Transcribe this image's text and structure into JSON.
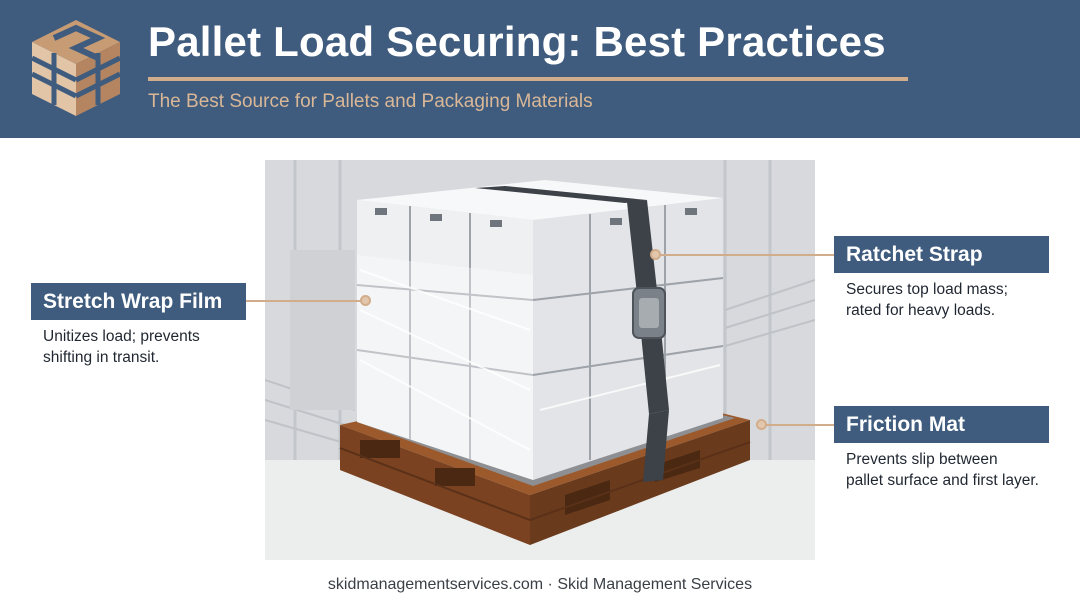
{
  "header": {
    "title": "Pallet Load Securing: Best Practices",
    "subtitle": "The Best Source for Pallets and Packaging Materials",
    "logo_icon": "pallet-logo-icon"
  },
  "callouts": {
    "stretch_wrap": {
      "label": "Stretch Wrap Film",
      "line1": "Unitizes load; prevents",
      "line2": "shifting in transit."
    },
    "ratchet_strap": {
      "label": "Ratchet Strap",
      "line1": "Secures top load mass;",
      "line2": "rated for heavy loads."
    },
    "friction_mat": {
      "label": "Friction Mat",
      "line1": "Prevents slip between",
      "line2": "pallet surface and first layer."
    }
  },
  "footer": {
    "text": "skidmanagementservices.com · Skid Management Services"
  },
  "colors": {
    "header_bg": "#3f5c7e",
    "accent": "#d2ad8b",
    "pallet_wood": "#8b4a24"
  }
}
